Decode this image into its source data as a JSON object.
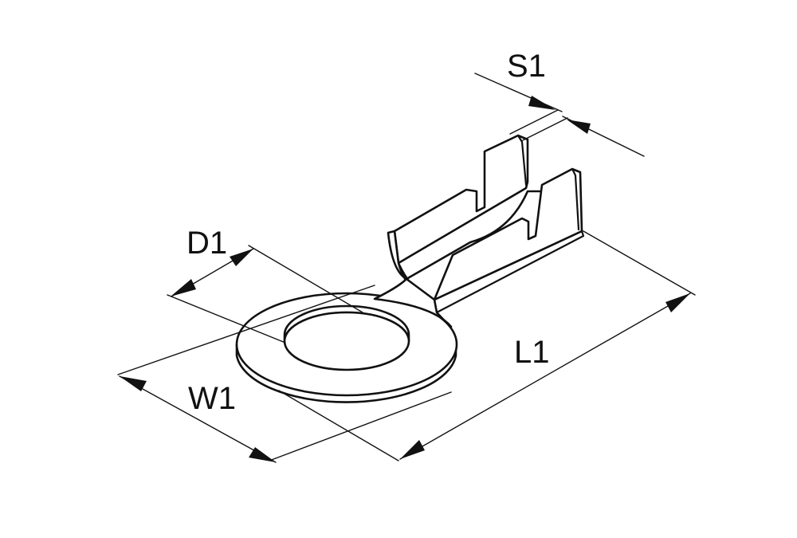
{
  "diagram": {
    "dimensions": {
      "s1": "S1",
      "d1": "D1",
      "w1": "W1",
      "l1": "L1"
    },
    "colors": {
      "line": "#111111",
      "background": "#ffffff"
    }
  }
}
